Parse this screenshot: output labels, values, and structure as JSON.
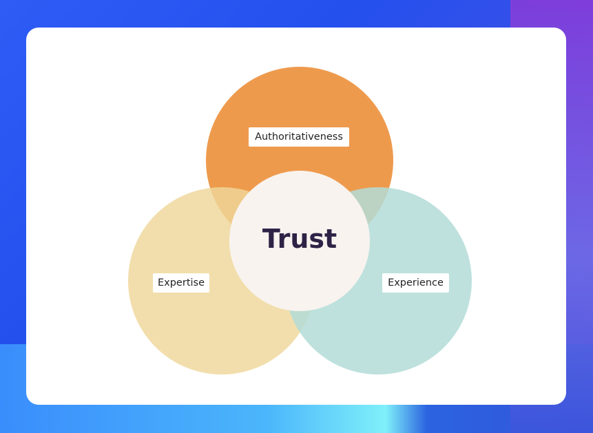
{
  "diagram": {
    "center_label": "Trust",
    "circles": [
      {
        "label": "Authoritativeness",
        "color": "#ee9a4d"
      },
      {
        "label": "Expertise",
        "color": "#efd79a"
      },
      {
        "label": "Experience",
        "color": "#b3dcd7"
      }
    ],
    "center_color": "#f8f3ef"
  }
}
